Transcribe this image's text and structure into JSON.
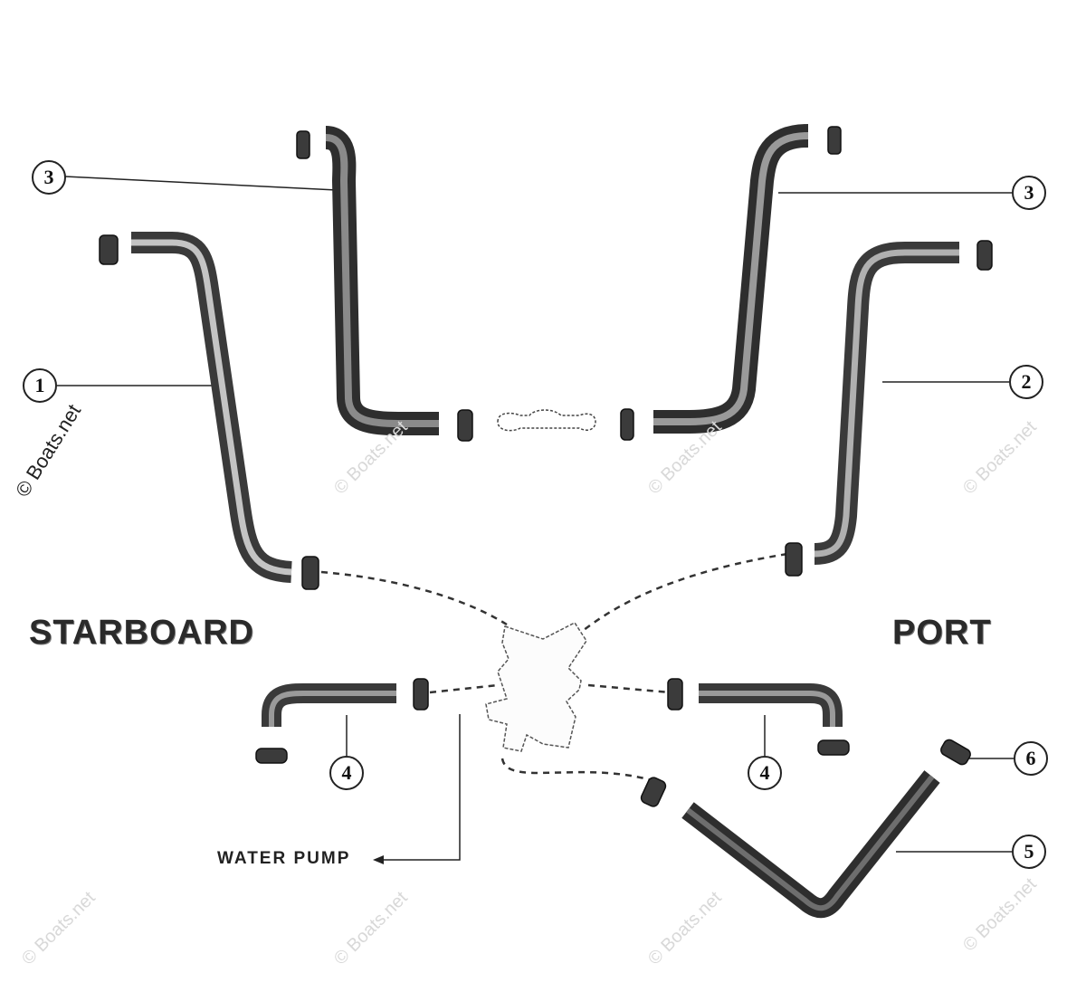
{
  "labels": {
    "starboard": "STARBOARD",
    "port": "PORT",
    "water_pump": "WATER PUMP"
  },
  "callouts": {
    "c3_left": "3",
    "c3_right": "3",
    "c1": "1",
    "c2": "2",
    "c4_left": "4",
    "c4_right": "4",
    "c5": "5",
    "c6": "6"
  },
  "watermark": "© Boats.net",
  "colors": {
    "hose_dark": "#2e2e2e",
    "hose_mid": "#6a6a6a",
    "hose_light": "#bdbdbd",
    "line": "#222222"
  }
}
